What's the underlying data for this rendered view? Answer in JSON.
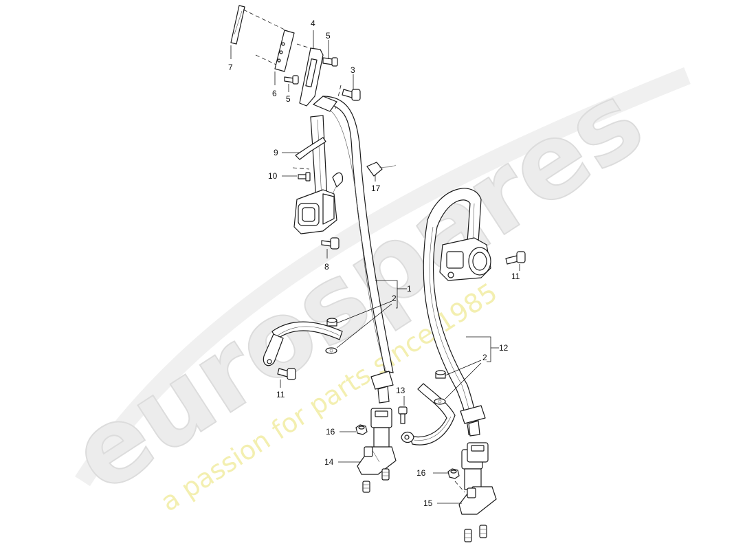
{
  "watermark": {
    "brand": "eurospares",
    "slogan": "a passion for parts since 1985"
  },
  "callouts": {
    "p1": "1",
    "p2a": "2",
    "p2b": "2",
    "p3": "3",
    "p4": "4",
    "p5a": "5",
    "p5b": "5",
    "p6": "6",
    "p7": "7",
    "p8": "8",
    "p9": "9",
    "p10": "10",
    "p11a": "11",
    "p11b": "11",
    "p12": "12",
    "p13": "13",
    "p14": "14",
    "p15": "15",
    "p16a": "16",
    "p16b": "16",
    "p17": "17"
  },
  "colors": {
    "line": "#1a1a1a",
    "watermark": "#ececec",
    "slogan": "#f3efb0"
  }
}
